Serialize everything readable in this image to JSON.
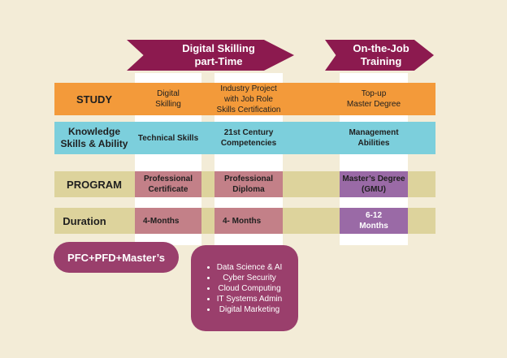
{
  "arrows": {
    "digital_skilling": [
      "Digital Skilling",
      "part-Time"
    ],
    "on_the_job": [
      "On-the-Job",
      "Training"
    ]
  },
  "rows": {
    "study": "STUDY",
    "knowledge": [
      "Knowledge",
      "Skills & Ability"
    ],
    "program": "PROGRAM",
    "duration": "Duration"
  },
  "study_cells": {
    "col1": [
      "Digital",
      "Skilling"
    ],
    "col2": [
      "Industry Project",
      "with Job Role",
      "Skills Certification"
    ],
    "col3": [
      "Top-up",
      "Master Degree"
    ]
  },
  "knowledge_cells": {
    "col1": "Technical Skills",
    "col2": [
      "21st Century",
      "Competencies"
    ],
    "col3": [
      "Management",
      "Abilities"
    ]
  },
  "program_cells": {
    "col1": [
      "Professional",
      "Certificate"
    ],
    "col2": [
      "Professional",
      "Diploma"
    ],
    "col3": [
      "Master’s Degree",
      "(GMU)"
    ]
  },
  "duration_cells": {
    "col1": "4-Months",
    "col2": "4- Months",
    "col3": [
      "6-12",
      "Months"
    ]
  },
  "pathway": "PFC+PFD+Master’s",
  "specializations": [
    "Data Science & AI",
    "Cyber Security",
    "Cloud Computing",
    "IT Systems Admin",
    "Digital Marketing"
  ],
  "colors": {
    "background": "#f3ecd7",
    "arrow": "#8c1a4f",
    "study_band": "#f39a3a",
    "knowledge_band": "#7ccfdc",
    "program_band": "#ddd39c",
    "rose_box": "#c38088",
    "purple_box": "#9a6aa6",
    "pill": "#9a3f6c"
  }
}
